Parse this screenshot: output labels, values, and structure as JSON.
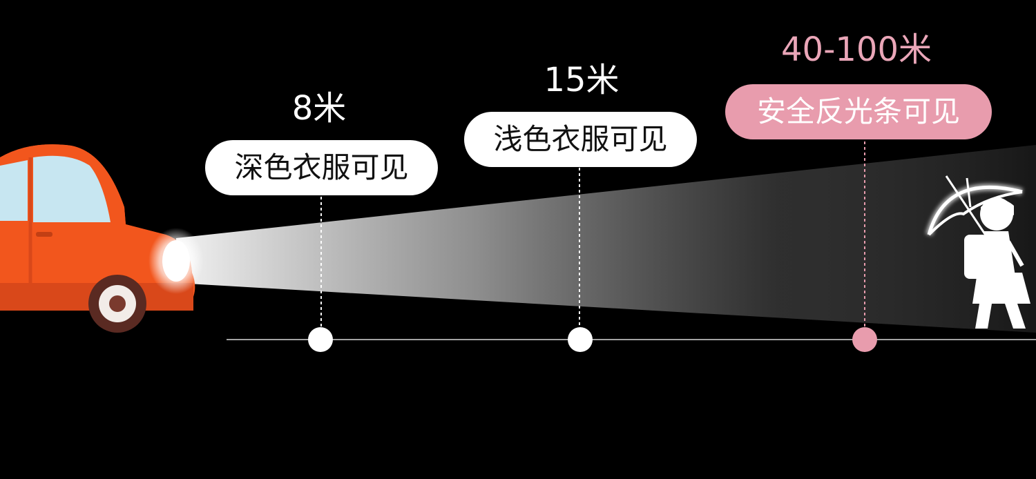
{
  "markers": [
    {
      "distance": "8米",
      "label": "深色衣服可见",
      "style": "white"
    },
    {
      "distance": "15米",
      "label": "浅色衣服可见",
      "style": "white"
    },
    {
      "distance": "40-100米",
      "label": "安全反光条可见",
      "style": "pink"
    }
  ],
  "colors": {
    "background": "#000000",
    "car_body": "#f2561d",
    "car_window": "#c7e6f1",
    "accent_pink": "#e89cad",
    "beam": "#ffffff",
    "timeline": "#ffffff"
  },
  "icons": [
    "car-icon",
    "headlight-icon",
    "pedestrian-with-umbrella-icon"
  ]
}
